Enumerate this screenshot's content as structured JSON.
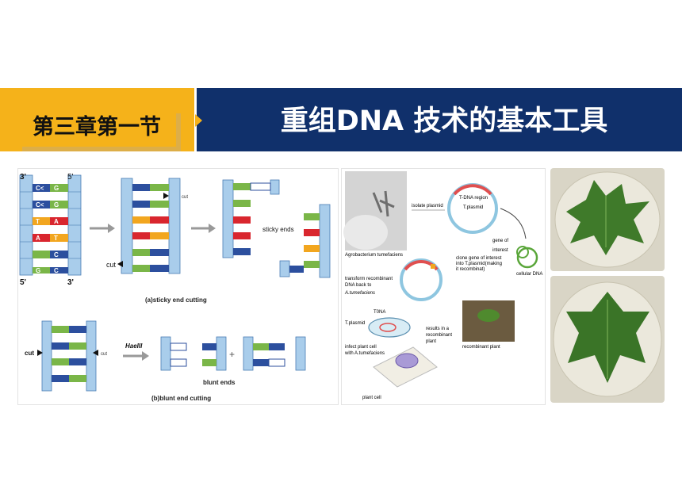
{
  "header": {
    "section_label": "第三章第一节",
    "title": "重组DNA  技术的基本工具"
  },
  "figure_left": {
    "sticky_caption": "(a)sticky end cutting",
    "blunt_caption": "(b)blunt end cutting",
    "strand_top_left": "3'",
    "strand_top_right": "5'",
    "strand_bottom_left": "5'",
    "strand_bottom_right": "3'",
    "cut_label": "cut",
    "sticky_ends_label": "sticky ends",
    "enzyme_label": "HaeIII",
    "plus_sign": "+",
    "blunt_ends_label": "blunt ends",
    "bases_sticky": [
      "C<",
      "C<",
      "T",
      "A",
      "",
      "G"
    ],
    "bases_sticky_right": [
      "G",
      "G",
      "A",
      "T",
      "C",
      "C"
    ]
  },
  "figure_middle": {
    "agrobacterium": "Agrobacterium tumefaciens",
    "isolate_plasmid": "isolate plasmid",
    "tdna_region": "T-DNA region",
    "tplasmid_1": "T.plasmid",
    "gene_of_interest_1": "gene of",
    "gene_of_interest_2": "interest",
    "clone_gene_1": "clone gene of interest",
    "clone_gene_2": "into T.plasmid(making",
    "clone_gene_3": "it recombinat)",
    "cellular_dna": "cellular DNA",
    "transform_1": "transform recombinant",
    "transform_2": "DNA back to",
    "transform_3": "A.tumefaciens",
    "tdna_2": "T0NA",
    "tplasmid_2": "T.plasmid",
    "results_1": "results in a",
    "results_2": "recombinant",
    "results_3": "plant",
    "infect_1": "infect plant cell",
    "infect_2": "with A.tumefaciens",
    "recombinant_plant": "recombinant plant",
    "plant_cell": "plant cell"
  },
  "colors": {
    "banner_navy": "#10306b",
    "banner_gold": "#f5b21a",
    "dna_blue": "#a9cdeb",
    "base_green": "#7ab648",
    "base_red": "#d9262e",
    "base_orange": "#f2a61f",
    "base_navy": "#2c4f9e"
  }
}
